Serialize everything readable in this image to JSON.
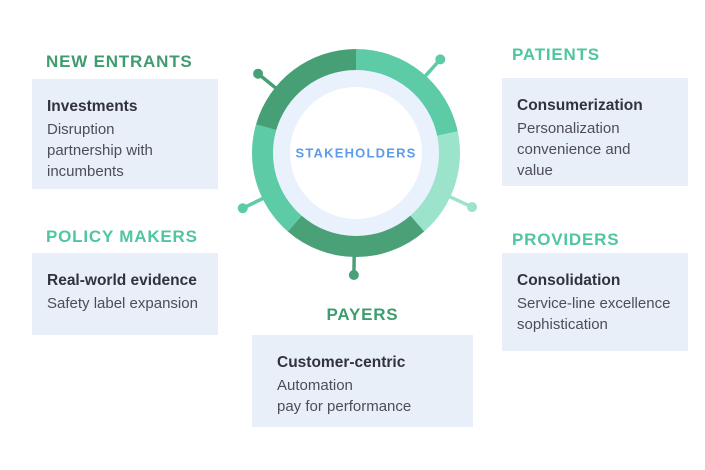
{
  "diagram": {
    "center_label": "STAKEHOLDERS",
    "center_label_color": "#5e9bea",
    "inner_ring_color": "#e9f1fd",
    "center_circle_color": "#ffffff",
    "segments": [
      {
        "name": "patients-segment",
        "from_deg": 0,
        "to_deg": 78,
        "color": "#5dcba6"
      },
      {
        "name": "providers-segment",
        "from_deg": 78,
        "to_deg": 139,
        "color": "#9be3ca"
      },
      {
        "name": "payers-segment",
        "from_deg": 139,
        "to_deg": 221,
        "color": "#4aa178"
      },
      {
        "name": "policy-makers-segment",
        "from_deg": 221,
        "to_deg": 286,
        "color": "#5dcba6"
      },
      {
        "name": "new-entrants-segment",
        "from_deg": 286,
        "to_deg": 360,
        "color": "#47a075"
      }
    ],
    "connectors": [
      {
        "name": "new-entrants-connector",
        "angle_deg": 309,
        "dot_dist": 126,
        "color": "#47a075"
      },
      {
        "name": "patients-connector",
        "angle_deg": 42,
        "dot_dist": 126,
        "color": "#5dcba6"
      },
      {
        "name": "providers-connector",
        "angle_deg": 115,
        "dot_dist": 128,
        "color": "#9be3ca"
      },
      {
        "name": "payers-connector",
        "angle_deg": 181,
        "dot_dist": 122,
        "color": "#4aa178"
      },
      {
        "name": "policy-makers-connector",
        "angle_deg": 244,
        "dot_dist": 126,
        "color": "#5dcba6"
      }
    ]
  },
  "groups": [
    {
      "id": "new-entrants",
      "heading": "NEW ENTRANTS",
      "heading_color": "#3f9c6e",
      "title": "Investments",
      "body": "Disruption\npartnership with\nincumbents"
    },
    {
      "id": "patients",
      "heading": "PATIENTS",
      "heading_color": "#50c6a0",
      "title": "Consumerization",
      "body": "Personalization\nconvenience and\nvalue"
    },
    {
      "id": "policy-makers",
      "heading": "POLICY MAKERS",
      "heading_color": "#50c6a0",
      "title": "Real-world evidence",
      "body": "Safety label expansion"
    },
    {
      "id": "providers",
      "heading": "PROVIDERS",
      "heading_color": "#50c6a0",
      "title": "Consolidation",
      "body": "Service-line excellence\nsophistication"
    },
    {
      "id": "payers",
      "heading": "PAYERS",
      "heading_color": "#3f9c6e",
      "title": "Customer-centric",
      "body": "Automation\npay for performance"
    }
  ]
}
